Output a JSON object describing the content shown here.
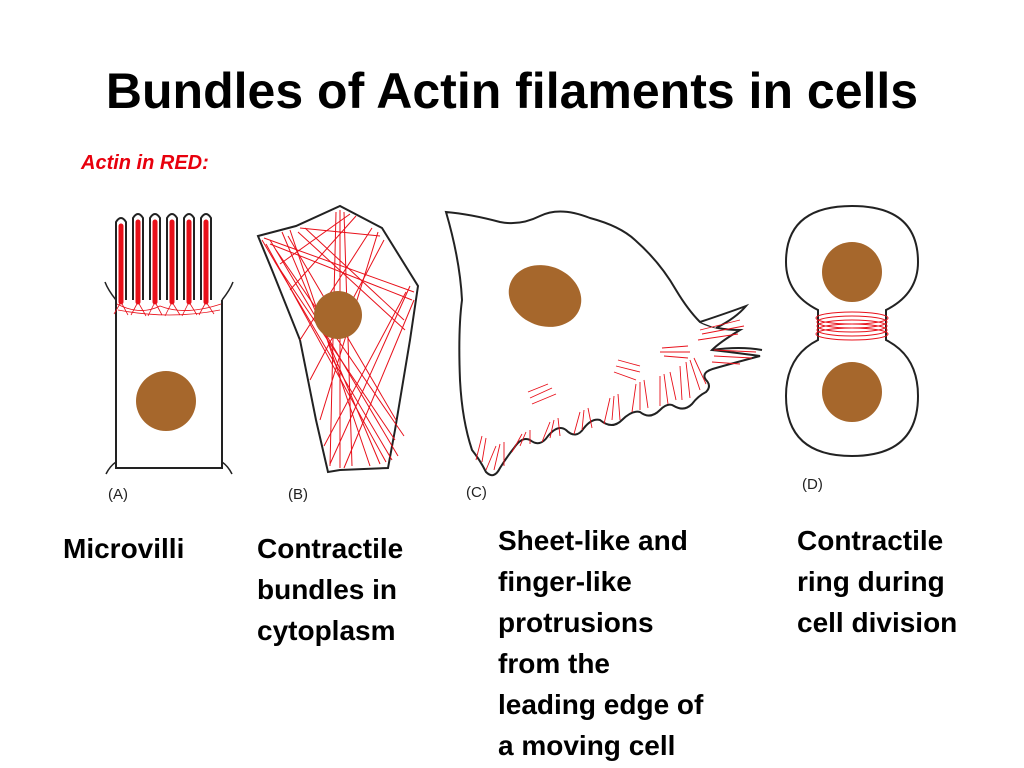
{
  "slide": {
    "title": "Bundles of Actin filaments in cells",
    "subtitle": "Actin in RED:"
  },
  "colors": {
    "actin": "#e8101a",
    "nucleus": "#a6672c",
    "outline": "#222222"
  },
  "panels": [
    {
      "label": "(A)",
      "caption": "Microvilli"
    },
    {
      "label": "(B)",
      "caption": "Contractile\nbundles in\ncytoplasm"
    },
    {
      "label": "(C)",
      "caption": "Sheet-like and\nfinger-like\nprotrusions\nfrom the\nleading edge of\na moving cell"
    },
    {
      "label": "(D)",
      "caption": "Contractile\nring during\ncell division"
    }
  ]
}
